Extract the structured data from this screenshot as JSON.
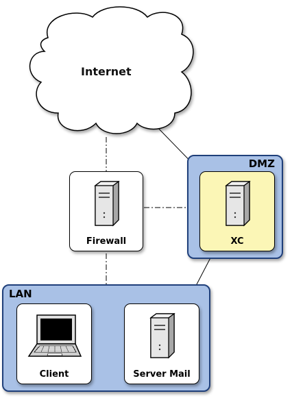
{
  "cloud": {
    "label": "Internet"
  },
  "zones": {
    "dmz": {
      "label": "DMZ"
    },
    "lan": {
      "label": "LAN"
    }
  },
  "nodes": {
    "firewall": {
      "label": "Firewall",
      "icon": "server-tower-icon"
    },
    "xc": {
      "label": "XC",
      "icon": "server-tower-icon"
    },
    "server_mail": {
      "label": "Server Mail",
      "icon": "server-tower-icon"
    },
    "client": {
      "label": "Client",
      "icon": "laptop-icon"
    }
  },
  "colors": {
    "zone_fill": "#a9c1e6",
    "zone_border": "#1f3f7a",
    "highlight_fill": "#fbf6b6",
    "node_fill": "#ffffff"
  }
}
